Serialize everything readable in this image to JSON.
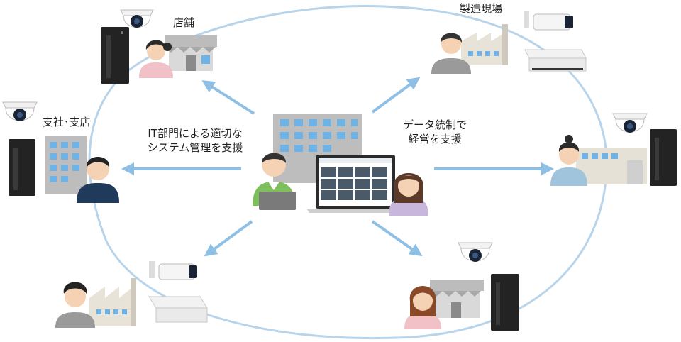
{
  "labels": {
    "store_top": "店舗",
    "factory_top": "製造現場",
    "branch": "支社･支店",
    "it_line1": "IT部門による適切な",
    "it_line2": "システム管理を支援",
    "data_line1": "データ統制で",
    "data_line2": "経営を支援"
  },
  "colors": {
    "ring": "#b8d4ea",
    "arrow": "#8ec0e6",
    "building": "#b9b9b9",
    "window": "#6fb2e6"
  }
}
